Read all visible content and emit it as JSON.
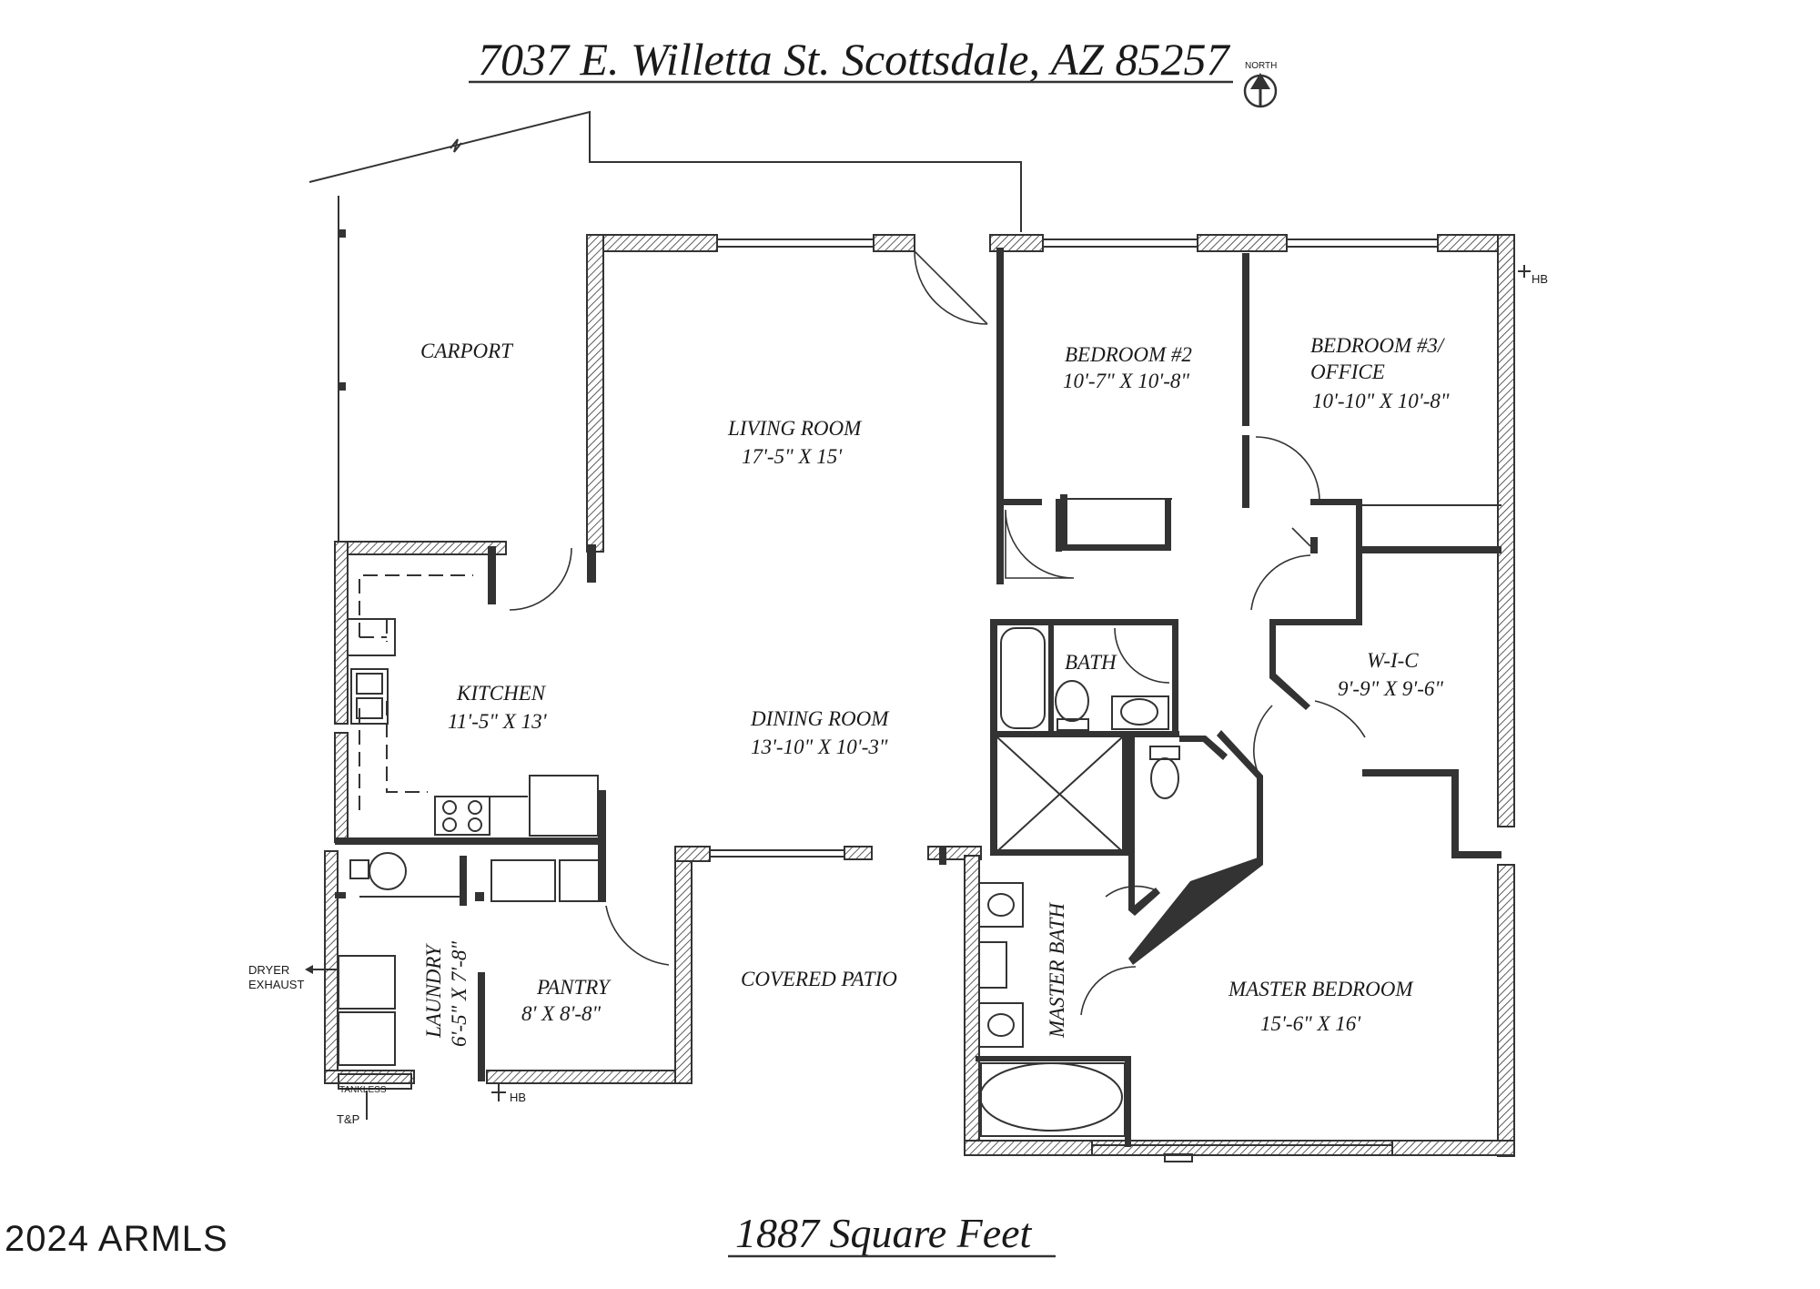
{
  "header": {
    "address": "7037 E. Willetta St.  Scottsdale, AZ  85257",
    "north_label": "NORTH"
  },
  "rooms": {
    "carport": {
      "name": "CARPORT"
    },
    "living_room": {
      "name": "LIVING ROOM",
      "dims": "17'-5\" X 15'"
    },
    "bedroom2": {
      "name": "BEDROOM #2",
      "dims": "10'-7\" X 10'-8\""
    },
    "bedroom3": {
      "name": "BEDROOM #3/",
      "name2": "OFFICE",
      "dims": "10'-10\" X 10'-8\""
    },
    "kitchen": {
      "name": "KITCHEN",
      "dims": "11'-5\" X 13'"
    },
    "dining_room": {
      "name": "DINING ROOM",
      "dims": "13'-10\" X 10'-3\""
    },
    "bath": {
      "name": "BATH"
    },
    "wic": {
      "name": "W-I-C",
      "dims": "9'-9\" X 9'-6\""
    },
    "laundry": {
      "name": "LAUNDRY",
      "dims": "6'-5\" X 7'-8\""
    },
    "pantry": {
      "name": "PANTRY",
      "dims": "8' X 8'-8\""
    },
    "covered_patio": {
      "name": "COVERED PATIO"
    },
    "master_bath": {
      "name": "MASTER BATH"
    },
    "master_bedroom": {
      "name": "MASTER BEDROOM",
      "dims": "15'-6\" X 16'"
    }
  },
  "notes": {
    "hose_bib": "HB",
    "dryer_exhaust_1": "DRYER",
    "dryer_exhaust_2": "EXHAUST",
    "tankless": "TANKLESS",
    "tp": "T&P"
  },
  "footer": {
    "area": "1887 Square Feet",
    "watermark": "2024 ARMLS"
  },
  "colors": {
    "line": "#333333",
    "text": "#1a1a1a",
    "background": "#ffffff"
  }
}
